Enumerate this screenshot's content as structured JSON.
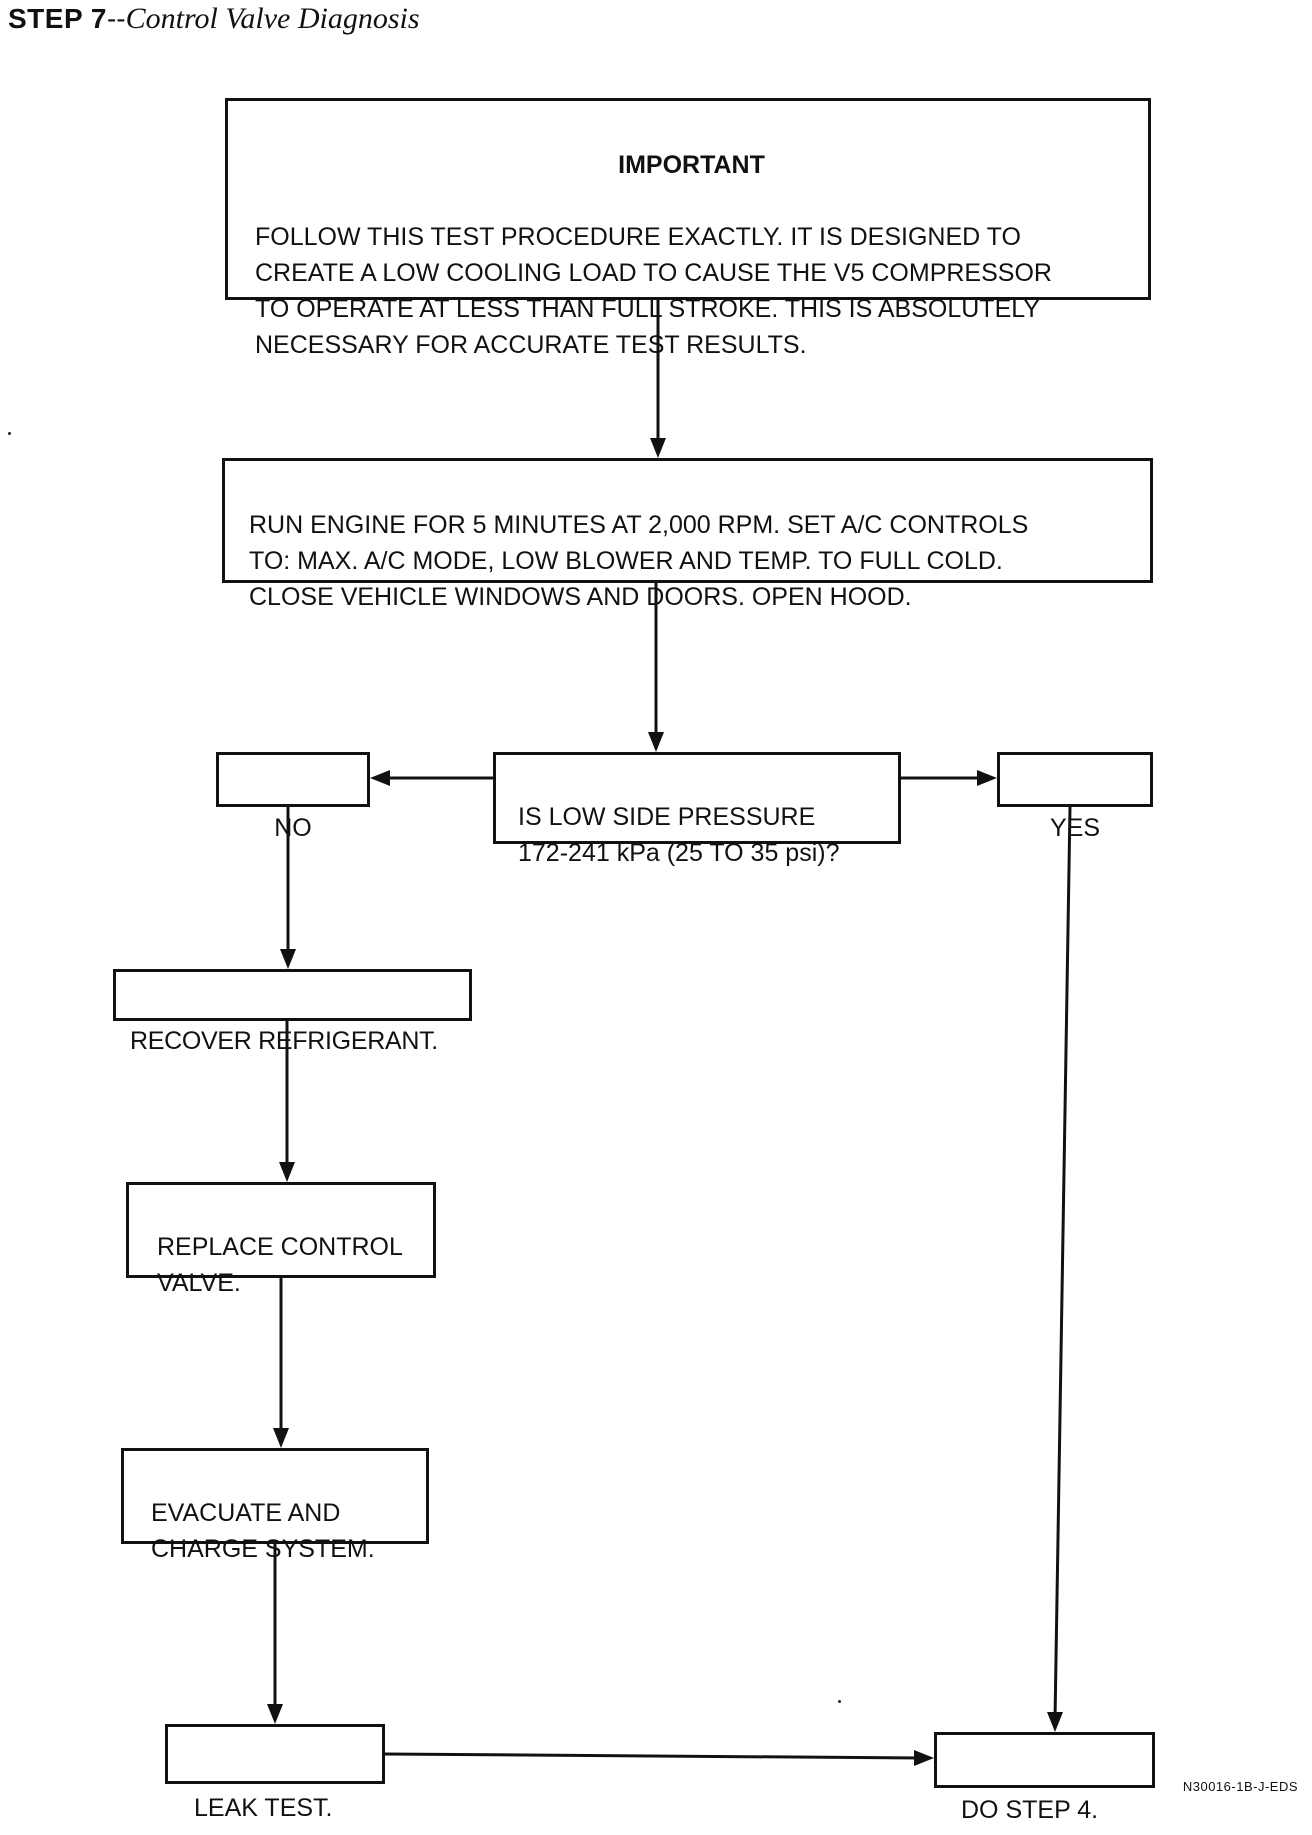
{
  "header": {
    "step_label": "STEP 7",
    "dash": "--",
    "title": "Control Valve Diagnosis"
  },
  "boxes": {
    "important": {
      "heading": "IMPORTANT",
      "text": "FOLLOW THIS TEST PROCEDURE EXACTLY. IT IS DESIGNED TO\nCREATE A LOW COOLING LOAD TO CAUSE THE V5 COMPRESSOR\nTO OPERATE AT LESS THAN FULL STROKE. THIS IS ABSOLUTELY\nNECESSARY FOR ACCURATE TEST RESULTS."
    },
    "run_engine": {
      "text": "RUN ENGINE FOR 5 MINUTES AT 2,000 RPM. SET A/C CONTROLS\nTO: MAX. A/C MODE, LOW BLOWER AND TEMP. TO FULL COLD.\nCLOSE VEHICLE WINDOWS AND DOORS. OPEN HOOD."
    },
    "question": {
      "text": "IS LOW SIDE PRESSURE\n172-241 kPa (25 TO 35 psi)?"
    },
    "no": {
      "text": "NO"
    },
    "yes": {
      "text": "YES"
    },
    "recover": {
      "text": "RECOVER REFRIGERANT."
    },
    "replace": {
      "text": "REPLACE CONTROL\nVALVE."
    },
    "evacuate": {
      "text": "EVACUATE AND\nCHARGE SYSTEM."
    },
    "leak_test": {
      "text": "LEAK TEST."
    },
    "do_step": {
      "text": "DO STEP 4."
    }
  },
  "figure_code": "N30016-1B-J-EDS",
  "colors": {
    "line": "#111111",
    "background": "#ffffff"
  }
}
